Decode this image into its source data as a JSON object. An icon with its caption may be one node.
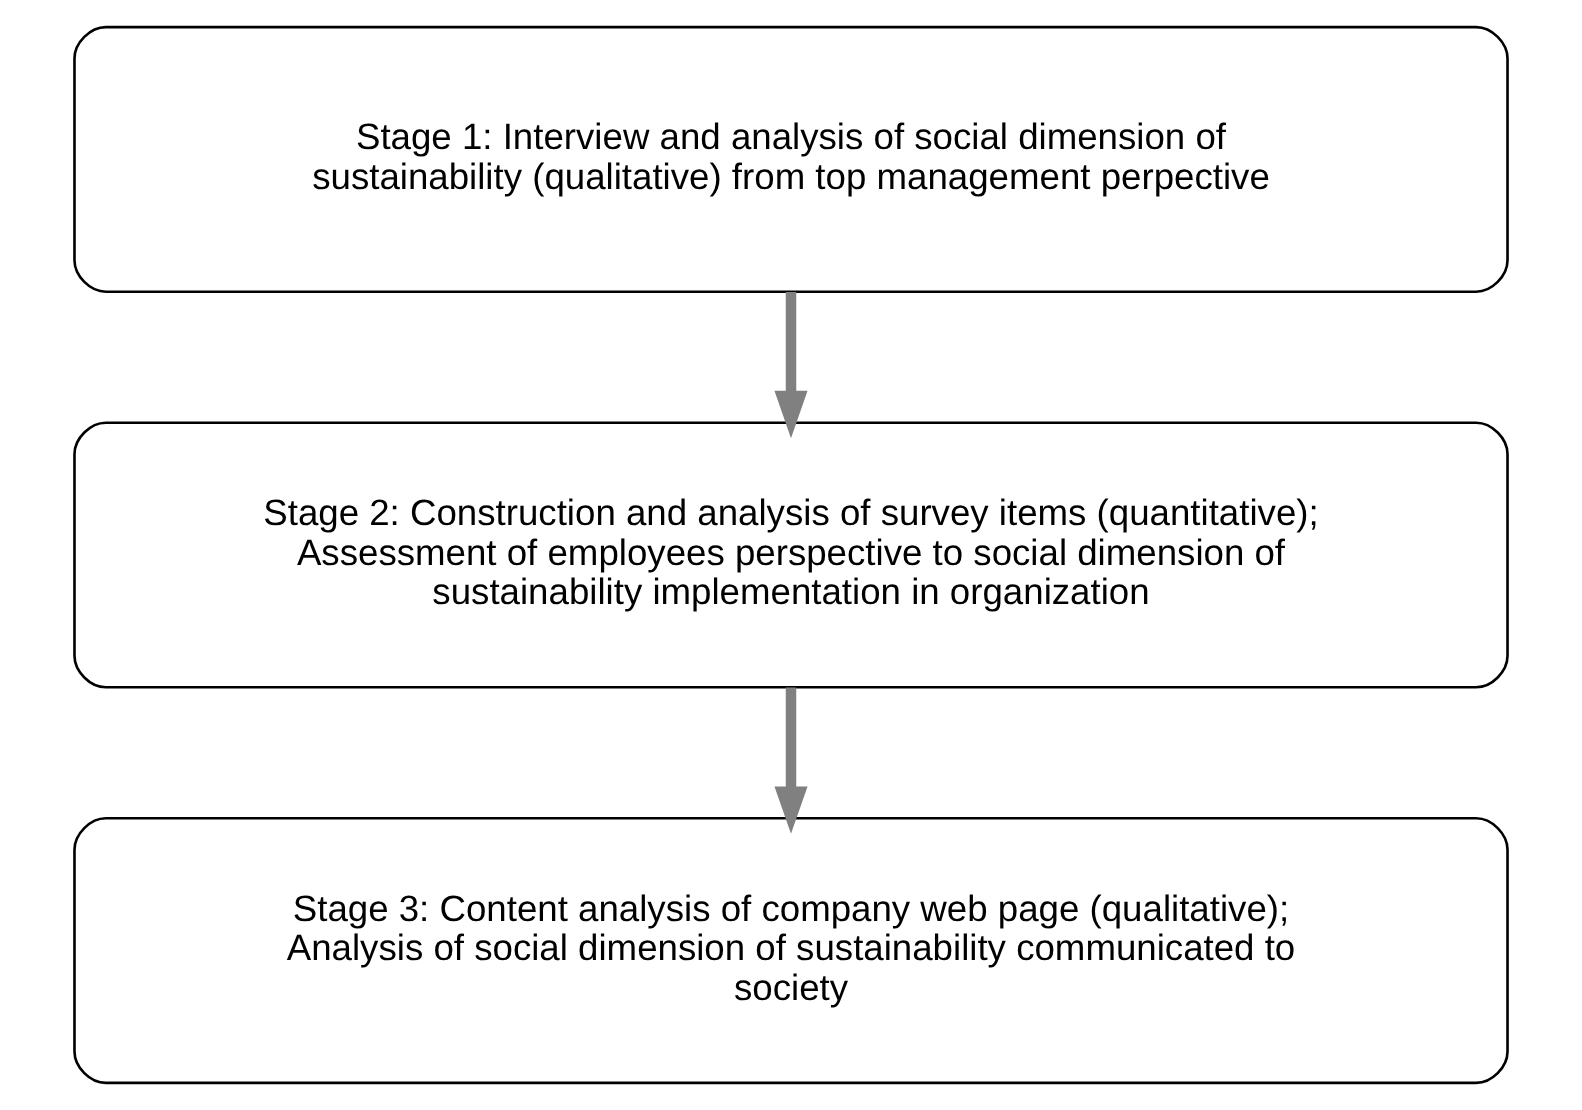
{
  "diagram": {
    "nodes": [
      {
        "text": [
          "Stage 1: Interview and analysis of social dimension of sustainability (qualitative) from top management perpective"
        ]
      },
      {
        "text": [
          "Stage 2: Construction and analysis of survey items (quantitative); Assessment of employees perspective to social dimension of sustainability implementation in organization"
        ]
      },
      {
        "text": [
          "Stage 3: Content analysis of company web page (qualitative); Analysis of social dimension of sustainability communicated to society"
        ]
      }
    ],
    "edges": [
      {
        "from": 0,
        "to": 1,
        "arrow": "to"
      },
      {
        "from": 1,
        "to": 2,
        "arrow": "to"
      }
    ]
  }
}
